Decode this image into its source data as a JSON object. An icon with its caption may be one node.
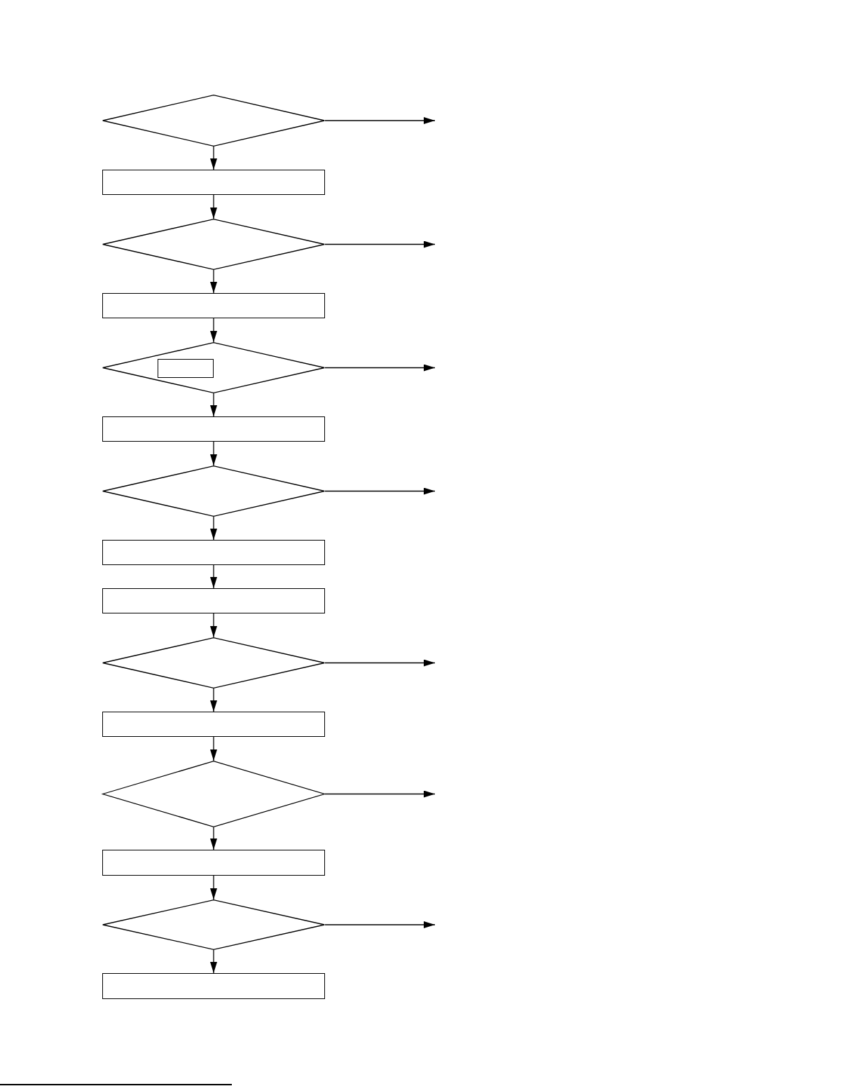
{
  "diagram": {
    "nodes": [
      {
        "text": [],
        "shape": "diamond"
      },
      {
        "text": [],
        "shape": "box"
      },
      {
        "text": [],
        "shape": "diamond"
      },
      {
        "text": [],
        "shape": "box"
      },
      {
        "text": [],
        "shape": "diamond"
      },
      {
        "text": [],
        "shape": "box",
        "in": 4
      },
      {
        "text": [],
        "shape": "box"
      },
      {
        "text": [],
        "shape": "diamond"
      },
      {
        "text": [],
        "shape": "box"
      },
      {
        "text": [],
        "shape": "box"
      },
      {
        "text": [],
        "shape": "diamond"
      },
      {
        "text": [],
        "shape": "box"
      },
      {
        "text": [],
        "shape": "diamond"
      },
      {
        "text": [],
        "shape": "box"
      },
      {
        "text": [],
        "shape": "diamond"
      },
      {
        "text": [],
        "shape": "box"
      }
    ],
    "edges": [
      {
        "from": 0,
        "to": null,
        "arrow": "to"
      },
      {
        "from": 0,
        "to": 1,
        "arrow": "to"
      },
      {
        "from": 1,
        "to": 2,
        "arrow": "to"
      },
      {
        "from": 2,
        "to": null,
        "arrow": "to"
      },
      {
        "from": 2,
        "to": 3,
        "arrow": "to"
      },
      {
        "from": 3,
        "to": 4,
        "arrow": "to"
      },
      {
        "from": 4,
        "to": null,
        "arrow": "to"
      },
      {
        "from": 4,
        "to": 6,
        "arrow": "to"
      },
      {
        "from": 6,
        "to": 7,
        "arrow": "to"
      },
      {
        "from": 7,
        "to": null,
        "arrow": "to"
      },
      {
        "from": 7,
        "to": 8,
        "arrow": "to"
      },
      {
        "from": 8,
        "to": 9,
        "arrow": "to"
      },
      {
        "from": 9,
        "to": 10,
        "arrow": "to"
      },
      {
        "from": 10,
        "to": null,
        "arrow": "to"
      },
      {
        "from": 10,
        "to": 11,
        "arrow": "to"
      },
      {
        "from": 11,
        "to": 12,
        "arrow": "to"
      },
      {
        "from": 12,
        "to": null,
        "arrow": "to"
      },
      {
        "from": 12,
        "to": 13,
        "arrow": "to"
      },
      {
        "from": 13,
        "to": 14,
        "arrow": "to"
      },
      {
        "from": 14,
        "to": null,
        "arrow": "to"
      },
      {
        "from": 14,
        "to": 15,
        "arrow": "to"
      }
    ]
  }
}
